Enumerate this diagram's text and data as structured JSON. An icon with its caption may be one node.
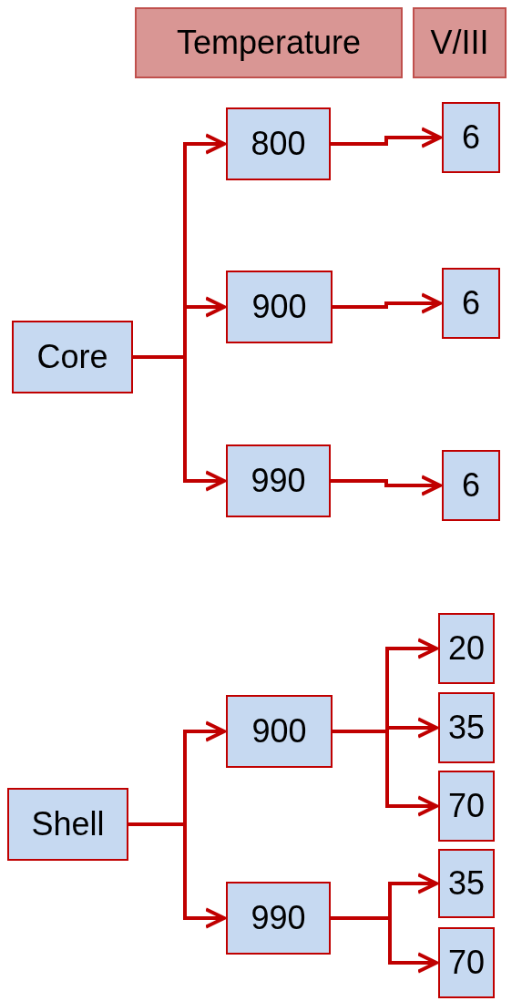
{
  "diagram": {
    "nodes": [
      {
        "text": [
          "Temperature"
        ]
      },
      {
        "text": [
          "V/III"
        ]
      },
      {
        "text": [
          "Core"
        ]
      },
      {
        "text": [
          "800"
        ]
      },
      {
        "text": [
          "900"
        ]
      },
      {
        "text": [
          "990"
        ]
      },
      {
        "text": [
          "6"
        ]
      },
      {
        "text": [
          "6"
        ]
      },
      {
        "text": [
          "6"
        ]
      },
      {
        "text": [
          "Shell"
        ]
      },
      {
        "text": [
          "900"
        ]
      },
      {
        "text": [
          "990"
        ]
      },
      {
        "text": [
          "20"
        ]
      },
      {
        "text": [
          "35"
        ]
      },
      {
        "text": [
          "70"
        ]
      },
      {
        "text": [
          "35"
        ]
      },
      {
        "text": [
          "70"
        ]
      }
    ],
    "edges": [
      {
        "from": 2,
        "to": 3,
        "arrow": "to"
      },
      {
        "from": 2,
        "to": 4,
        "arrow": "to"
      },
      {
        "from": 2,
        "to": 5,
        "arrow": "to"
      },
      {
        "from": 3,
        "to": 6,
        "arrow": "to"
      },
      {
        "from": 4,
        "to": 7,
        "arrow": "to"
      },
      {
        "from": 5,
        "to": 8,
        "arrow": "to"
      },
      {
        "from": 9,
        "to": 10,
        "arrow": "to"
      },
      {
        "from": 9,
        "to": 11,
        "arrow": "to"
      },
      {
        "from": 10,
        "to": 12,
        "arrow": "to"
      },
      {
        "from": 10,
        "to": 13,
        "arrow": "to"
      },
      {
        "from": 10,
        "to": 14,
        "arrow": "to"
      },
      {
        "from": 11,
        "to": 15,
        "arrow": "to"
      },
      {
        "from": 11,
        "to": 16,
        "arrow": "to"
      }
    ]
  }
}
